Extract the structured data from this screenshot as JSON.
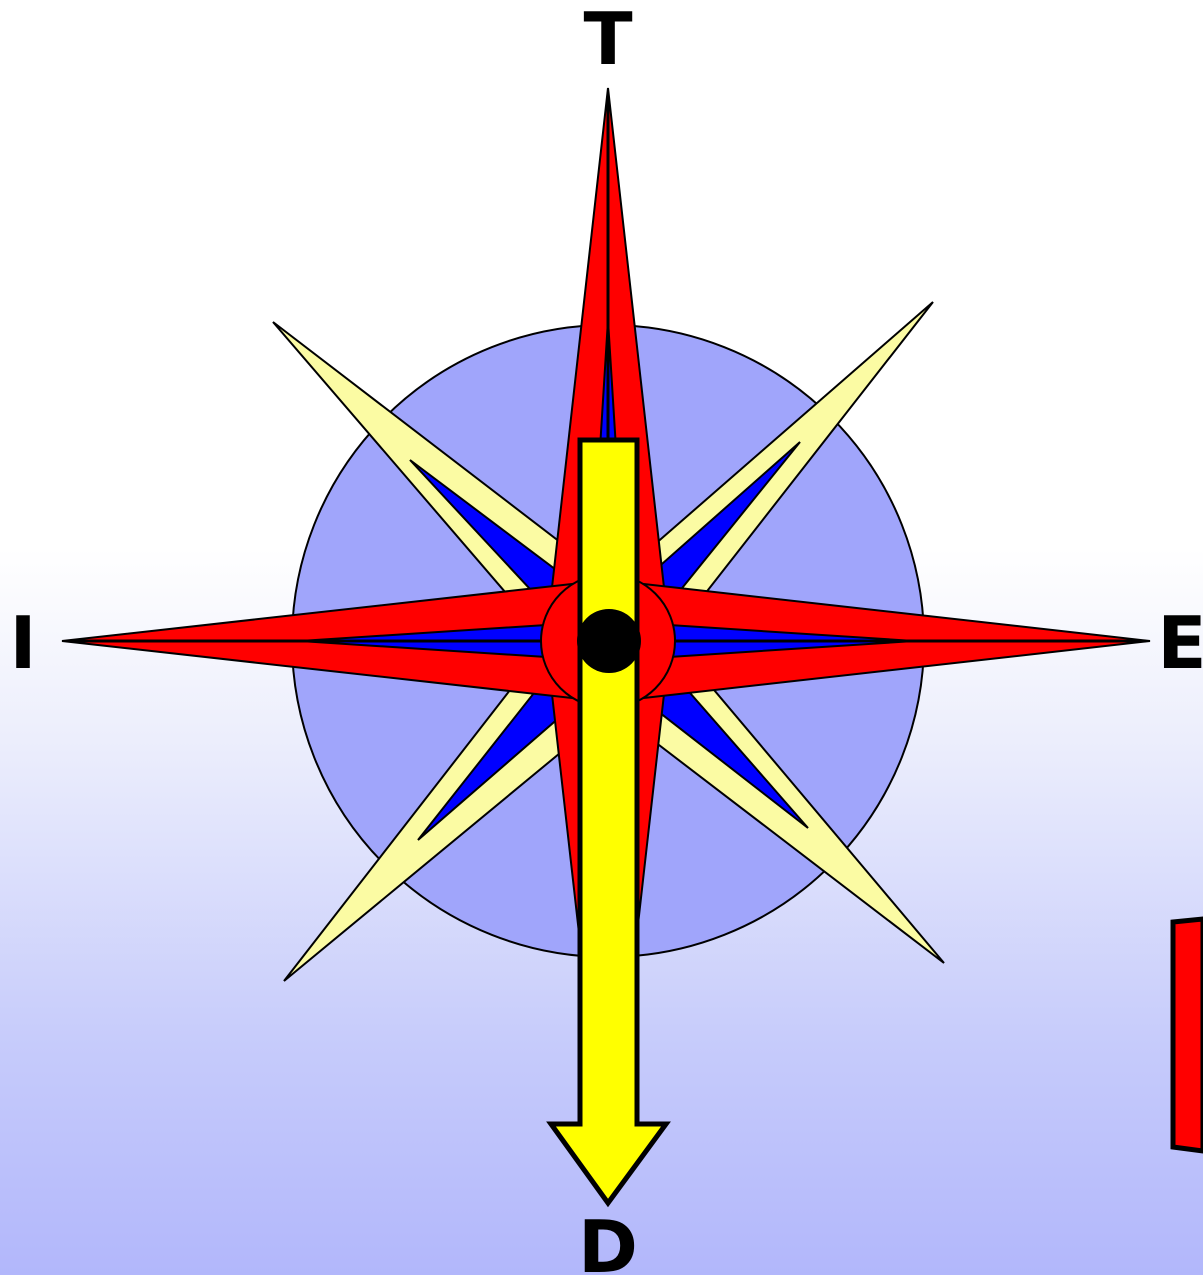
{
  "compass": {
    "labels": {
      "top": "T",
      "bottom": "D",
      "left": "I",
      "right": "E"
    },
    "colors": {
      "disc": "#a0a5fb",
      "primary_point": "#ff0000",
      "inner_point": "#0000ff",
      "secondary_point": "#fbfba3",
      "arrow": "#ffff00",
      "hub": "#000000",
      "outline": "#000000"
    },
    "arrow_direction": "down",
    "icons": [
      "compass-rose-icon",
      "arrow-down-icon",
      "red-card-icon"
    ]
  }
}
